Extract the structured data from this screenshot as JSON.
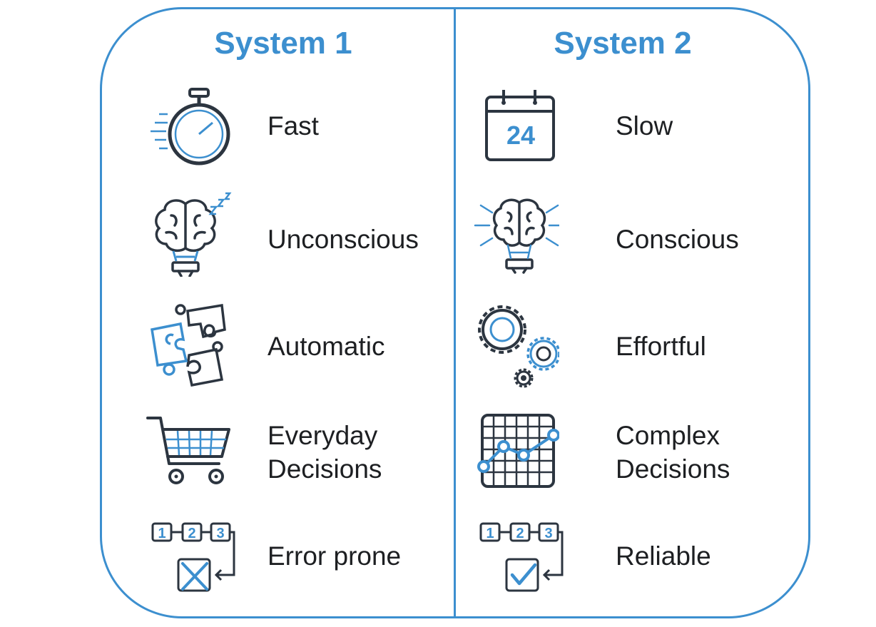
{
  "colors": {
    "accent": "#3c8fcf",
    "dark": "#2c3540",
    "text": "#1d1f22"
  },
  "system1": {
    "title": "System 1",
    "items": [
      {
        "icon": "stopwatch-icon",
        "line1": "Fast",
        "line2": ""
      },
      {
        "icon": "sleeping-brain-bulb-icon",
        "line1": "Unconscious",
        "line2": ""
      },
      {
        "icon": "puzzle-pieces-icon",
        "line1": "Automatic",
        "line2": ""
      },
      {
        "icon": "shopping-cart-icon",
        "line1": "Everyday",
        "line2": "Decisions"
      },
      {
        "icon": "steps-cross-icon",
        "line1": "Error prone",
        "line2": "",
        "steps": [
          "1",
          "2",
          "3"
        ]
      }
    ]
  },
  "system2": {
    "title": "System 2",
    "items": [
      {
        "icon": "calendar-icon",
        "line1": "Slow",
        "line2": "",
        "calendar_day": "24"
      },
      {
        "icon": "glowing-brain-bulb-icon",
        "line1": "Conscious",
        "line2": ""
      },
      {
        "icon": "gears-icon",
        "line1": "Effortful",
        "line2": ""
      },
      {
        "icon": "line-graph-icon",
        "line1": "Complex",
        "line2": "Decisions"
      },
      {
        "icon": "steps-check-icon",
        "line1": "Reliable",
        "line2": "",
        "steps": [
          "1",
          "2",
          "3"
        ]
      }
    ]
  }
}
